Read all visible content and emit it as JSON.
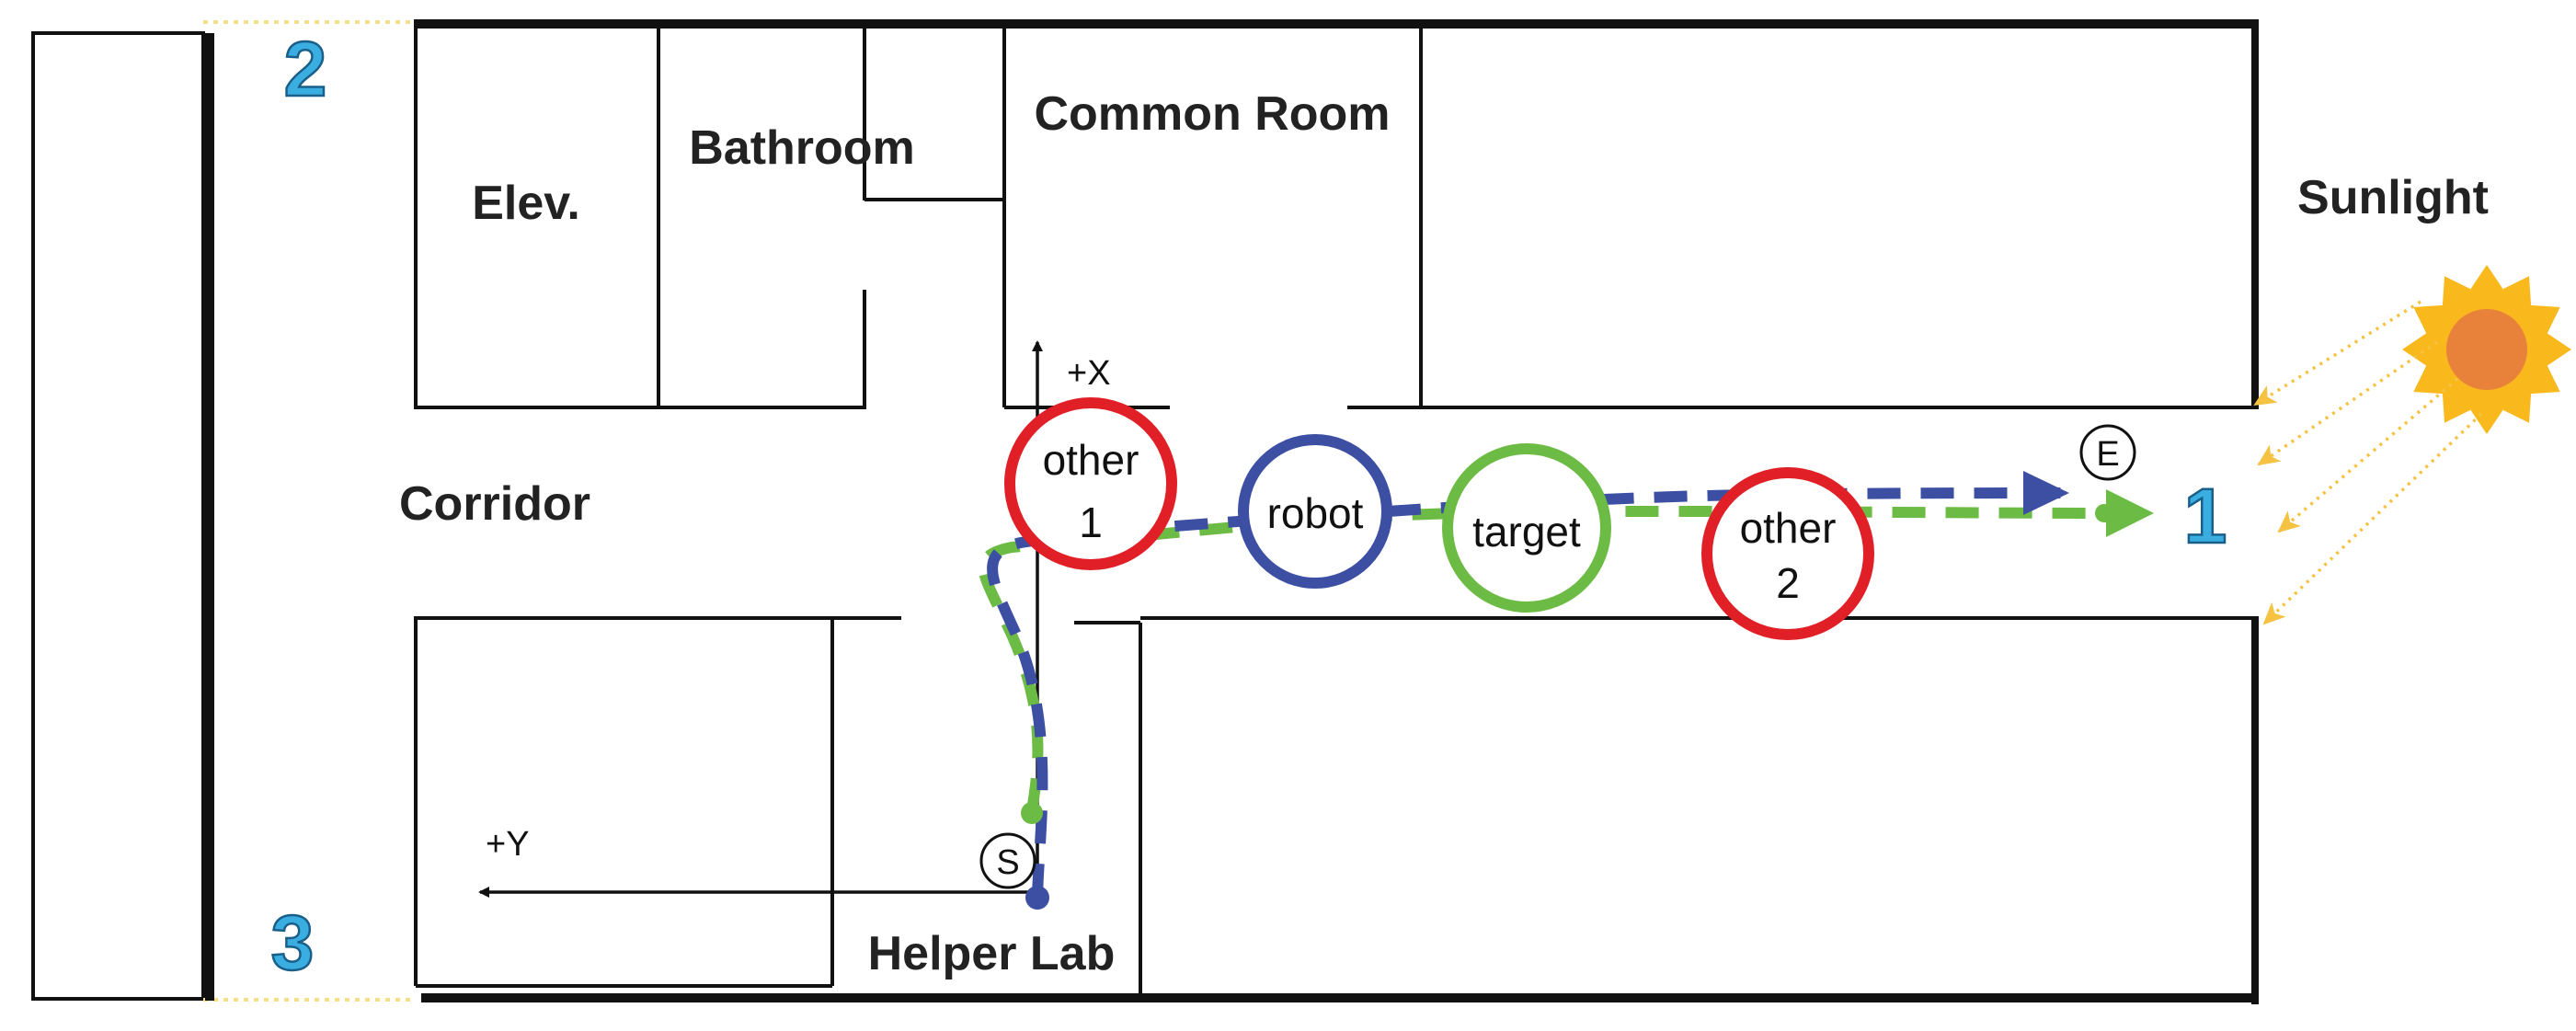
{
  "rooms": {
    "elevator": "Elev.",
    "bathroom": "Bathroom",
    "common_room": "Common Room",
    "corridor": "Corridor",
    "helper_lab": "Helper Lab"
  },
  "light_source": {
    "label": "Sunlight",
    "icon": "sun-icon",
    "color_outer": "#f9b81c",
    "color_inner": "#e8823a"
  },
  "markers": {
    "start": "S",
    "end": "E",
    "point_1": "1",
    "point_2": "2",
    "point_3": "3"
  },
  "axes": {
    "x_label": "+X",
    "y_label": "+Y"
  },
  "agents": {
    "other_1": {
      "line1": "other",
      "line2": "1",
      "color": "#e01f26"
    },
    "robot": {
      "label": "robot",
      "color": "#3c4fa3"
    },
    "target": {
      "label": "target",
      "color": "#6cbb44"
    },
    "other_2": {
      "line1": "other",
      "line2": "2",
      "color": "#e01f26"
    }
  },
  "paths": {
    "robot_path_color": "#3c4fa3",
    "target_path_color": "#6cbb44"
  },
  "colors": {
    "walls": "#111111",
    "number_markers": "#3aaee0",
    "rays": "#f5c242",
    "boundary_dotted": "#f5e08a"
  }
}
